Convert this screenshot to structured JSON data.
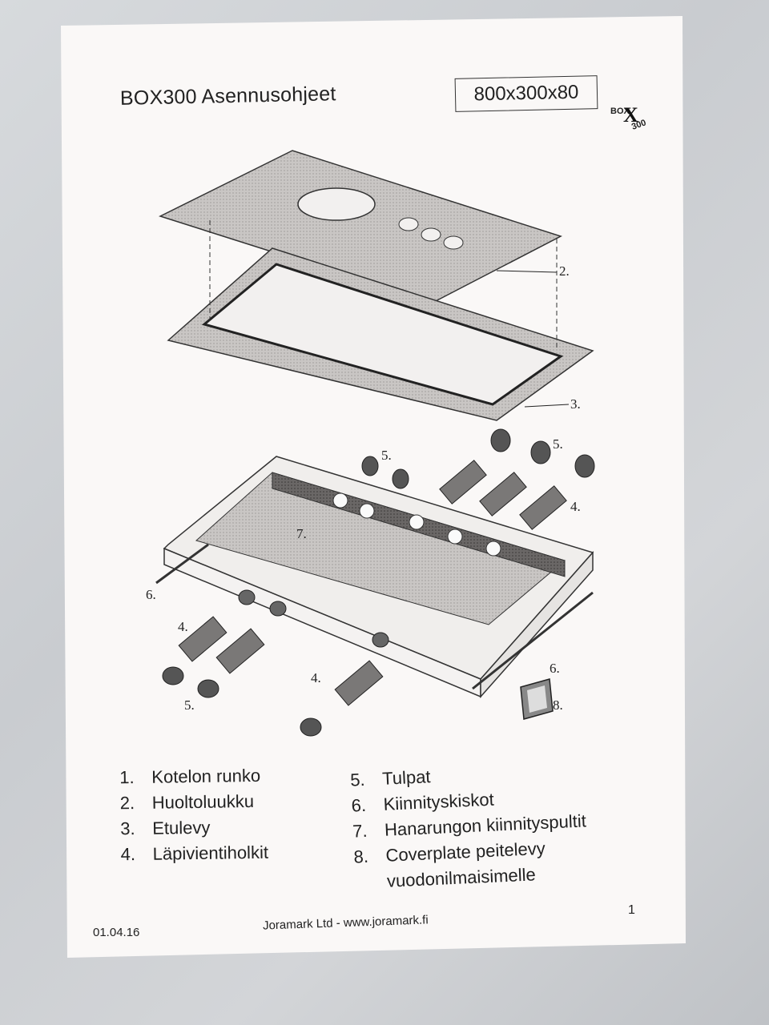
{
  "header": {
    "title": "BOX300 Asennusohjeet",
    "dimensions": "800x300x80",
    "logo_text_top": "BOX",
    "logo_text_bottom": "300"
  },
  "diagram": {
    "callouts": [
      "2.",
      "3.",
      "5.",
      "5.",
      "4.",
      "7.",
      "6.",
      "4.",
      "5.",
      "4.",
      "6.",
      "8."
    ]
  },
  "legend": {
    "left": [
      {
        "num": "1.",
        "label": "Kotelon runko"
      },
      {
        "num": "2.",
        "label": "Huoltoluukku"
      },
      {
        "num": "3.",
        "label": "Etulevy"
      },
      {
        "num": "4.",
        "label": "Läpivientiholkit"
      }
    ],
    "right": [
      {
        "num": "5.",
        "label": "Tulpat"
      },
      {
        "num": "6.",
        "label": "Kiinnityskiskot"
      },
      {
        "num": "7.",
        "label": "Hanarungon kiinnityspultit"
      },
      {
        "num": "8.",
        "label": "Coverplate peitelevy",
        "label_cont": "vuodonilmaisimelle"
      }
    ]
  },
  "footer": {
    "date": "01.04.16",
    "company": "Joramark Ltd - www.joramark.fi",
    "page": "1"
  }
}
